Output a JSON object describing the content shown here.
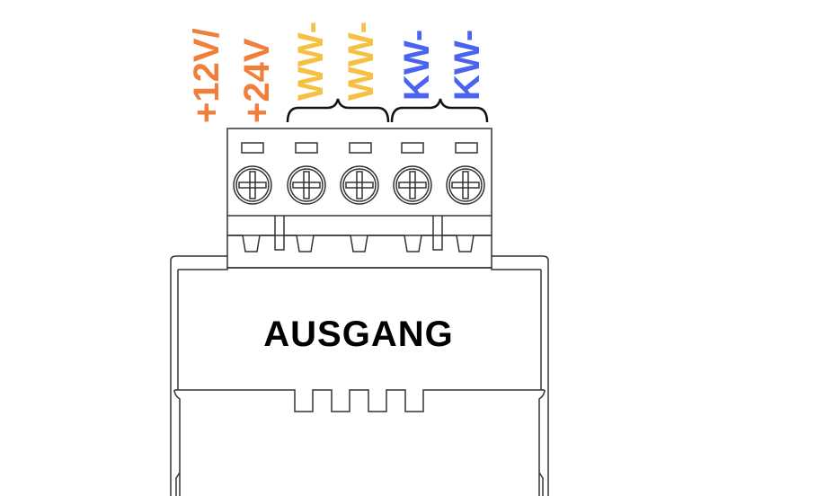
{
  "module": {
    "label": "AUSGANG"
  },
  "colors": {
    "orange": "#f07f3c",
    "yellow": "#f6c142",
    "blue": "#4a64f0",
    "line": "#333333",
    "text": "#000000"
  },
  "terminals": [
    {
      "label": "+12V/",
      "color": "orange"
    },
    {
      "label": "+24V",
      "color": "orange"
    },
    {
      "label": "WW-",
      "color": "yellow"
    },
    {
      "label": "WW-",
      "color": "yellow"
    },
    {
      "label": "KW-",
      "color": "blue"
    },
    {
      "label": "KW-",
      "color": "blue"
    }
  ],
  "icons": {
    "screw": "screw-terminal-icon",
    "bracket": "curly-brace-icon"
  }
}
